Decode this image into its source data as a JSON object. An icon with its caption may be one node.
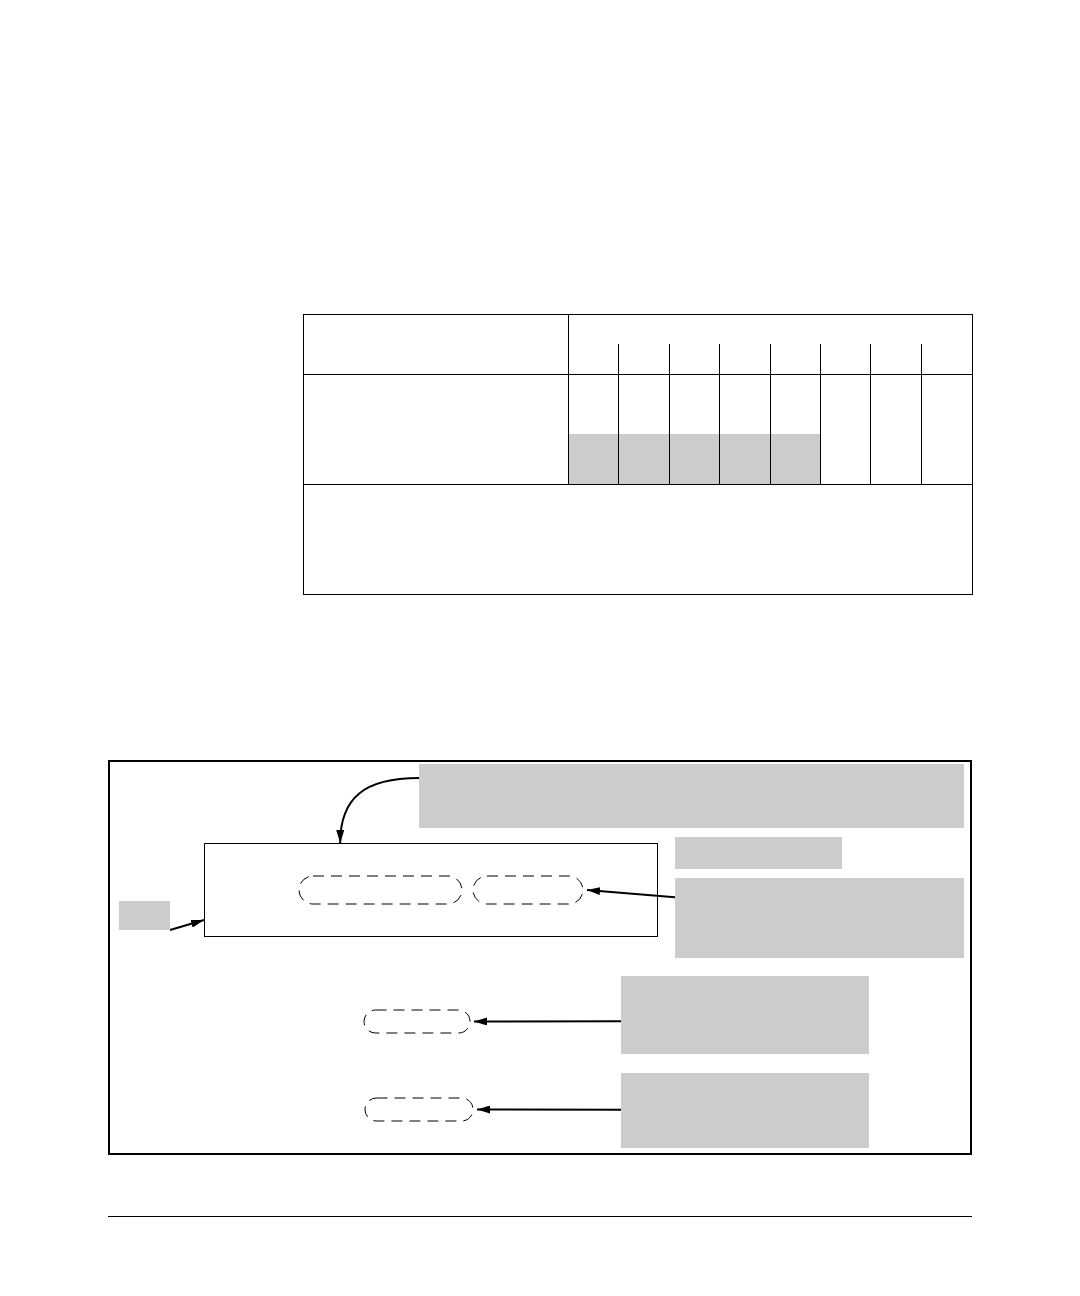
{
  "diagram": {
    "nodes": [
      {
        "text": [],
        "shape": "box"
      },
      {
        "text": [],
        "shape": "box"
      },
      {
        "text": [],
        "shape": "box"
      },
      {
        "text": [],
        "shape": "pill",
        "in": 2
      },
      {
        "text": [],
        "shape": "pill",
        "in": 2
      },
      {
        "text": [],
        "shape": "box"
      },
      {
        "text": [],
        "shape": "box"
      },
      {
        "text": [],
        "shape": "pill"
      },
      {
        "text": [],
        "shape": "box"
      },
      {
        "text": [],
        "shape": "pill"
      },
      {
        "text": [],
        "shape": "box"
      }
    ],
    "edges": [
      {
        "from": 0,
        "to": 2,
        "arrow": "to"
      },
      {
        "from": 6,
        "to": 2,
        "arrow": "to"
      },
      {
        "from": 5,
        "to": 4,
        "arrow": "to"
      },
      {
        "from": 8,
        "to": 7,
        "arrow": "to"
      },
      {
        "from": 10,
        "to": 9,
        "arrow": "to"
      }
    ]
  }
}
